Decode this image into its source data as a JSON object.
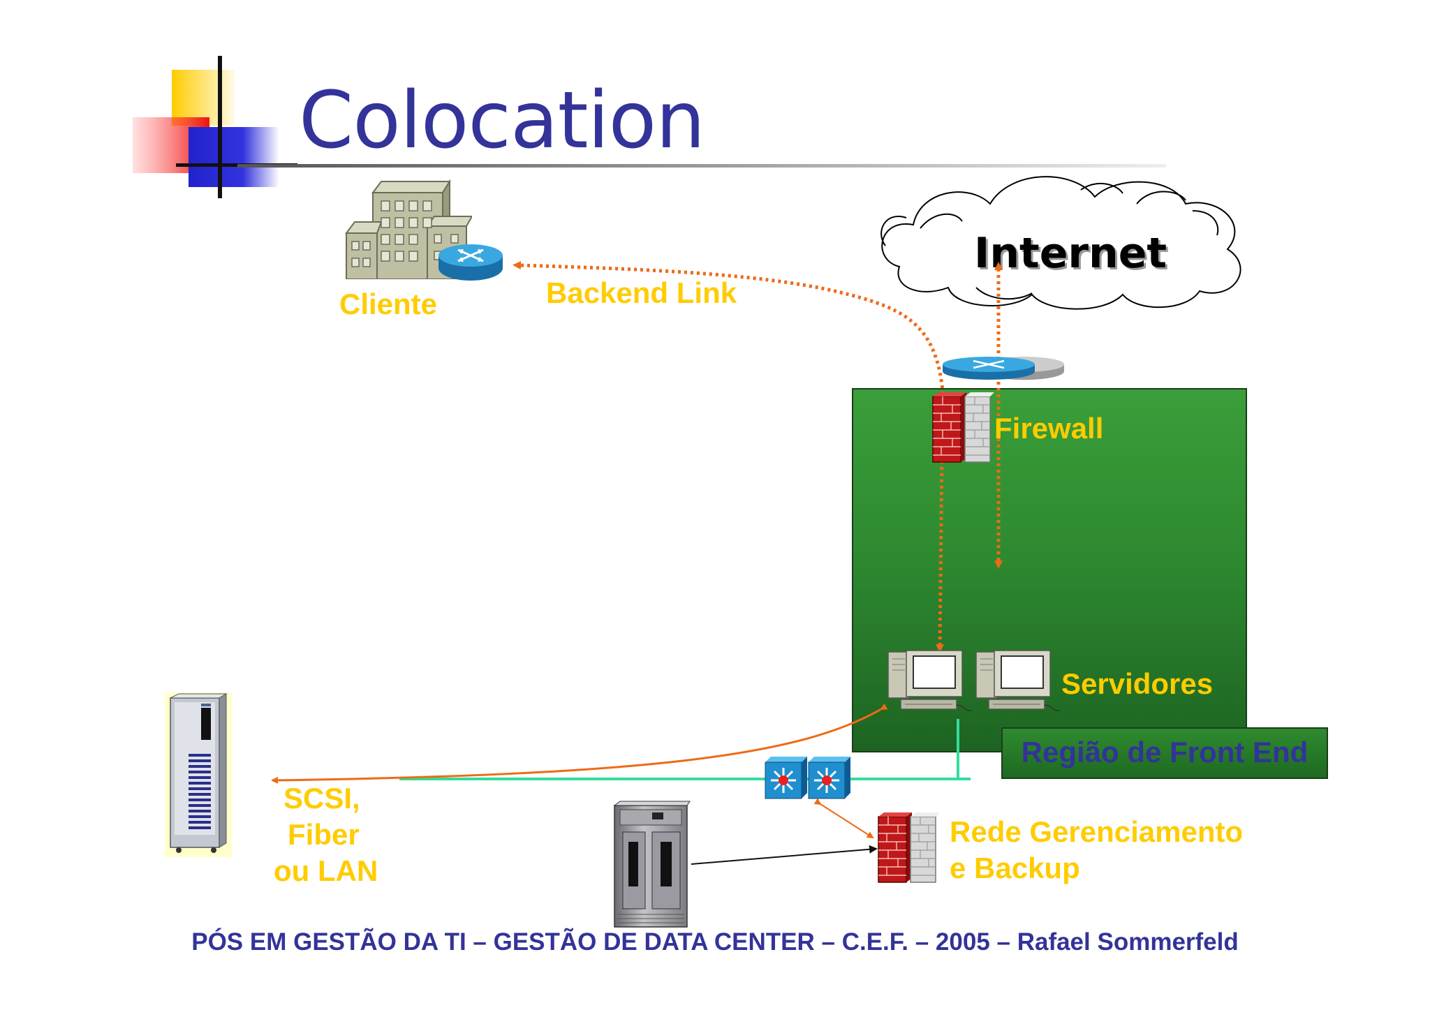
{
  "slide": {
    "title": "Colocation",
    "footer": "PÓS EM GESTÃO DA TI – GESTÃO DE DATA CENTER – C.E.F. – 2005 – Rafael Sommerfeld"
  },
  "labels": {
    "cliente": "Cliente",
    "backend_link": "Backend Link",
    "internet": "Internet",
    "firewall": "Firewall",
    "servidores": "Servidores",
    "regiao_front_end": "Região de Front End",
    "scsi_line1": "SCSI,",
    "scsi_line2": "Fiber",
    "scsi_line3": "ou LAN",
    "rede_line1": "Rede Gerenciamento",
    "rede_line2": "e Backup"
  },
  "icons": [
    "title-decoration-icon",
    "office-building-icon",
    "router-icon",
    "cloud-icon",
    "firewall-icon",
    "server-computer-icon",
    "switch-icon",
    "storage-tower-icon",
    "tape-library-icon"
  ],
  "colors": {
    "title": "#333399",
    "label": "#ffcc00",
    "footer": "#333399",
    "front_end_region": "#2e8a30",
    "connector_dotted": "#ee6a16",
    "lan_line": "#33dd99"
  }
}
